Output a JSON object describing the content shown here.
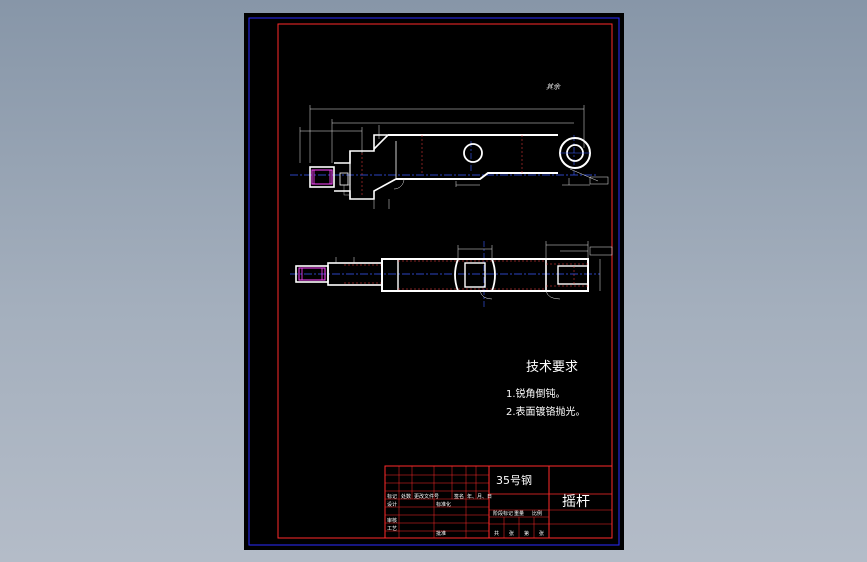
{
  "drawing": {
    "scale_note": "其余",
    "tech_requirements": {
      "title": "技术要求",
      "items": [
        "1.锐角倒钝。",
        "2.表面镀铬抛光。"
      ]
    },
    "title_block": {
      "material": "35号钢",
      "part_name": "摇杆",
      "row_labels": [
        "标记",
        "处数",
        "更改文件号",
        "签名",
        "年、月、日"
      ],
      "designer_label": "设计",
      "standardization_label": "标准化",
      "review_label": "审核",
      "process_label": "工艺",
      "approve_label": "批准",
      "stage_label": "阶段标记",
      "weight_label": "重量",
      "scale_label": "比例",
      "sheet_labels": [
        "共",
        "张",
        "第",
        "张"
      ]
    }
  },
  "colors": {
    "frame_blue": "#2b2bff",
    "border_red": "#ff2a2a",
    "part_white": "#ffffff",
    "center_blue": "#3a5cff",
    "dim_white": "#e6e6e6",
    "hidden_red": "#ff4040",
    "hatch_magenta": "#ff44ff"
  }
}
